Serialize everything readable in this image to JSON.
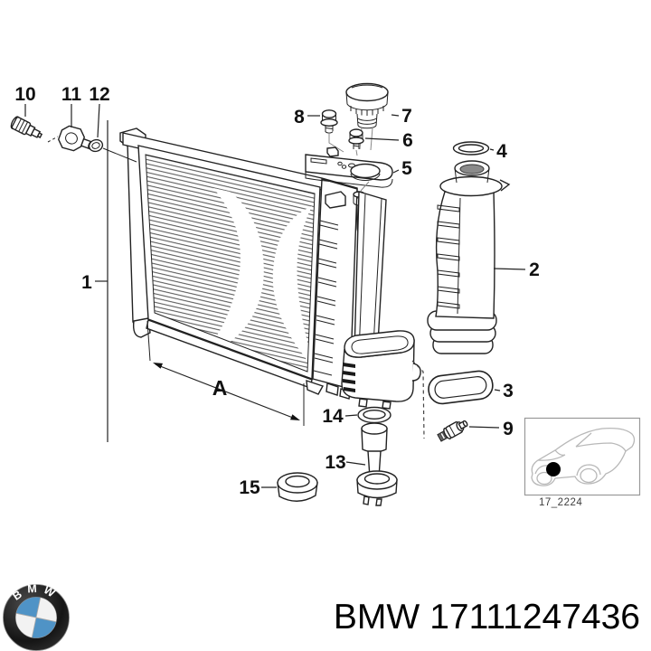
{
  "callouts": {
    "n1": "1",
    "n2": "2",
    "n3": "3",
    "n4": "4",
    "n5": "5",
    "n6": "6",
    "n7": "7",
    "n8": "8",
    "n9": "9",
    "n10": "10",
    "n11": "11",
    "n12": "12",
    "n13": "13",
    "n14": "14",
    "n15": "15",
    "dimA": "A"
  },
  "inset": {
    "diagram_code": "17_2224"
  },
  "footer": {
    "brand": "BMW",
    "part_number": "17111247436",
    "logo_letters": "BMW"
  },
  "colors": {
    "line": "#222222",
    "label": "#111111",
    "bmw_blue": "#4f93c6",
    "footer_text": "#000000"
  }
}
